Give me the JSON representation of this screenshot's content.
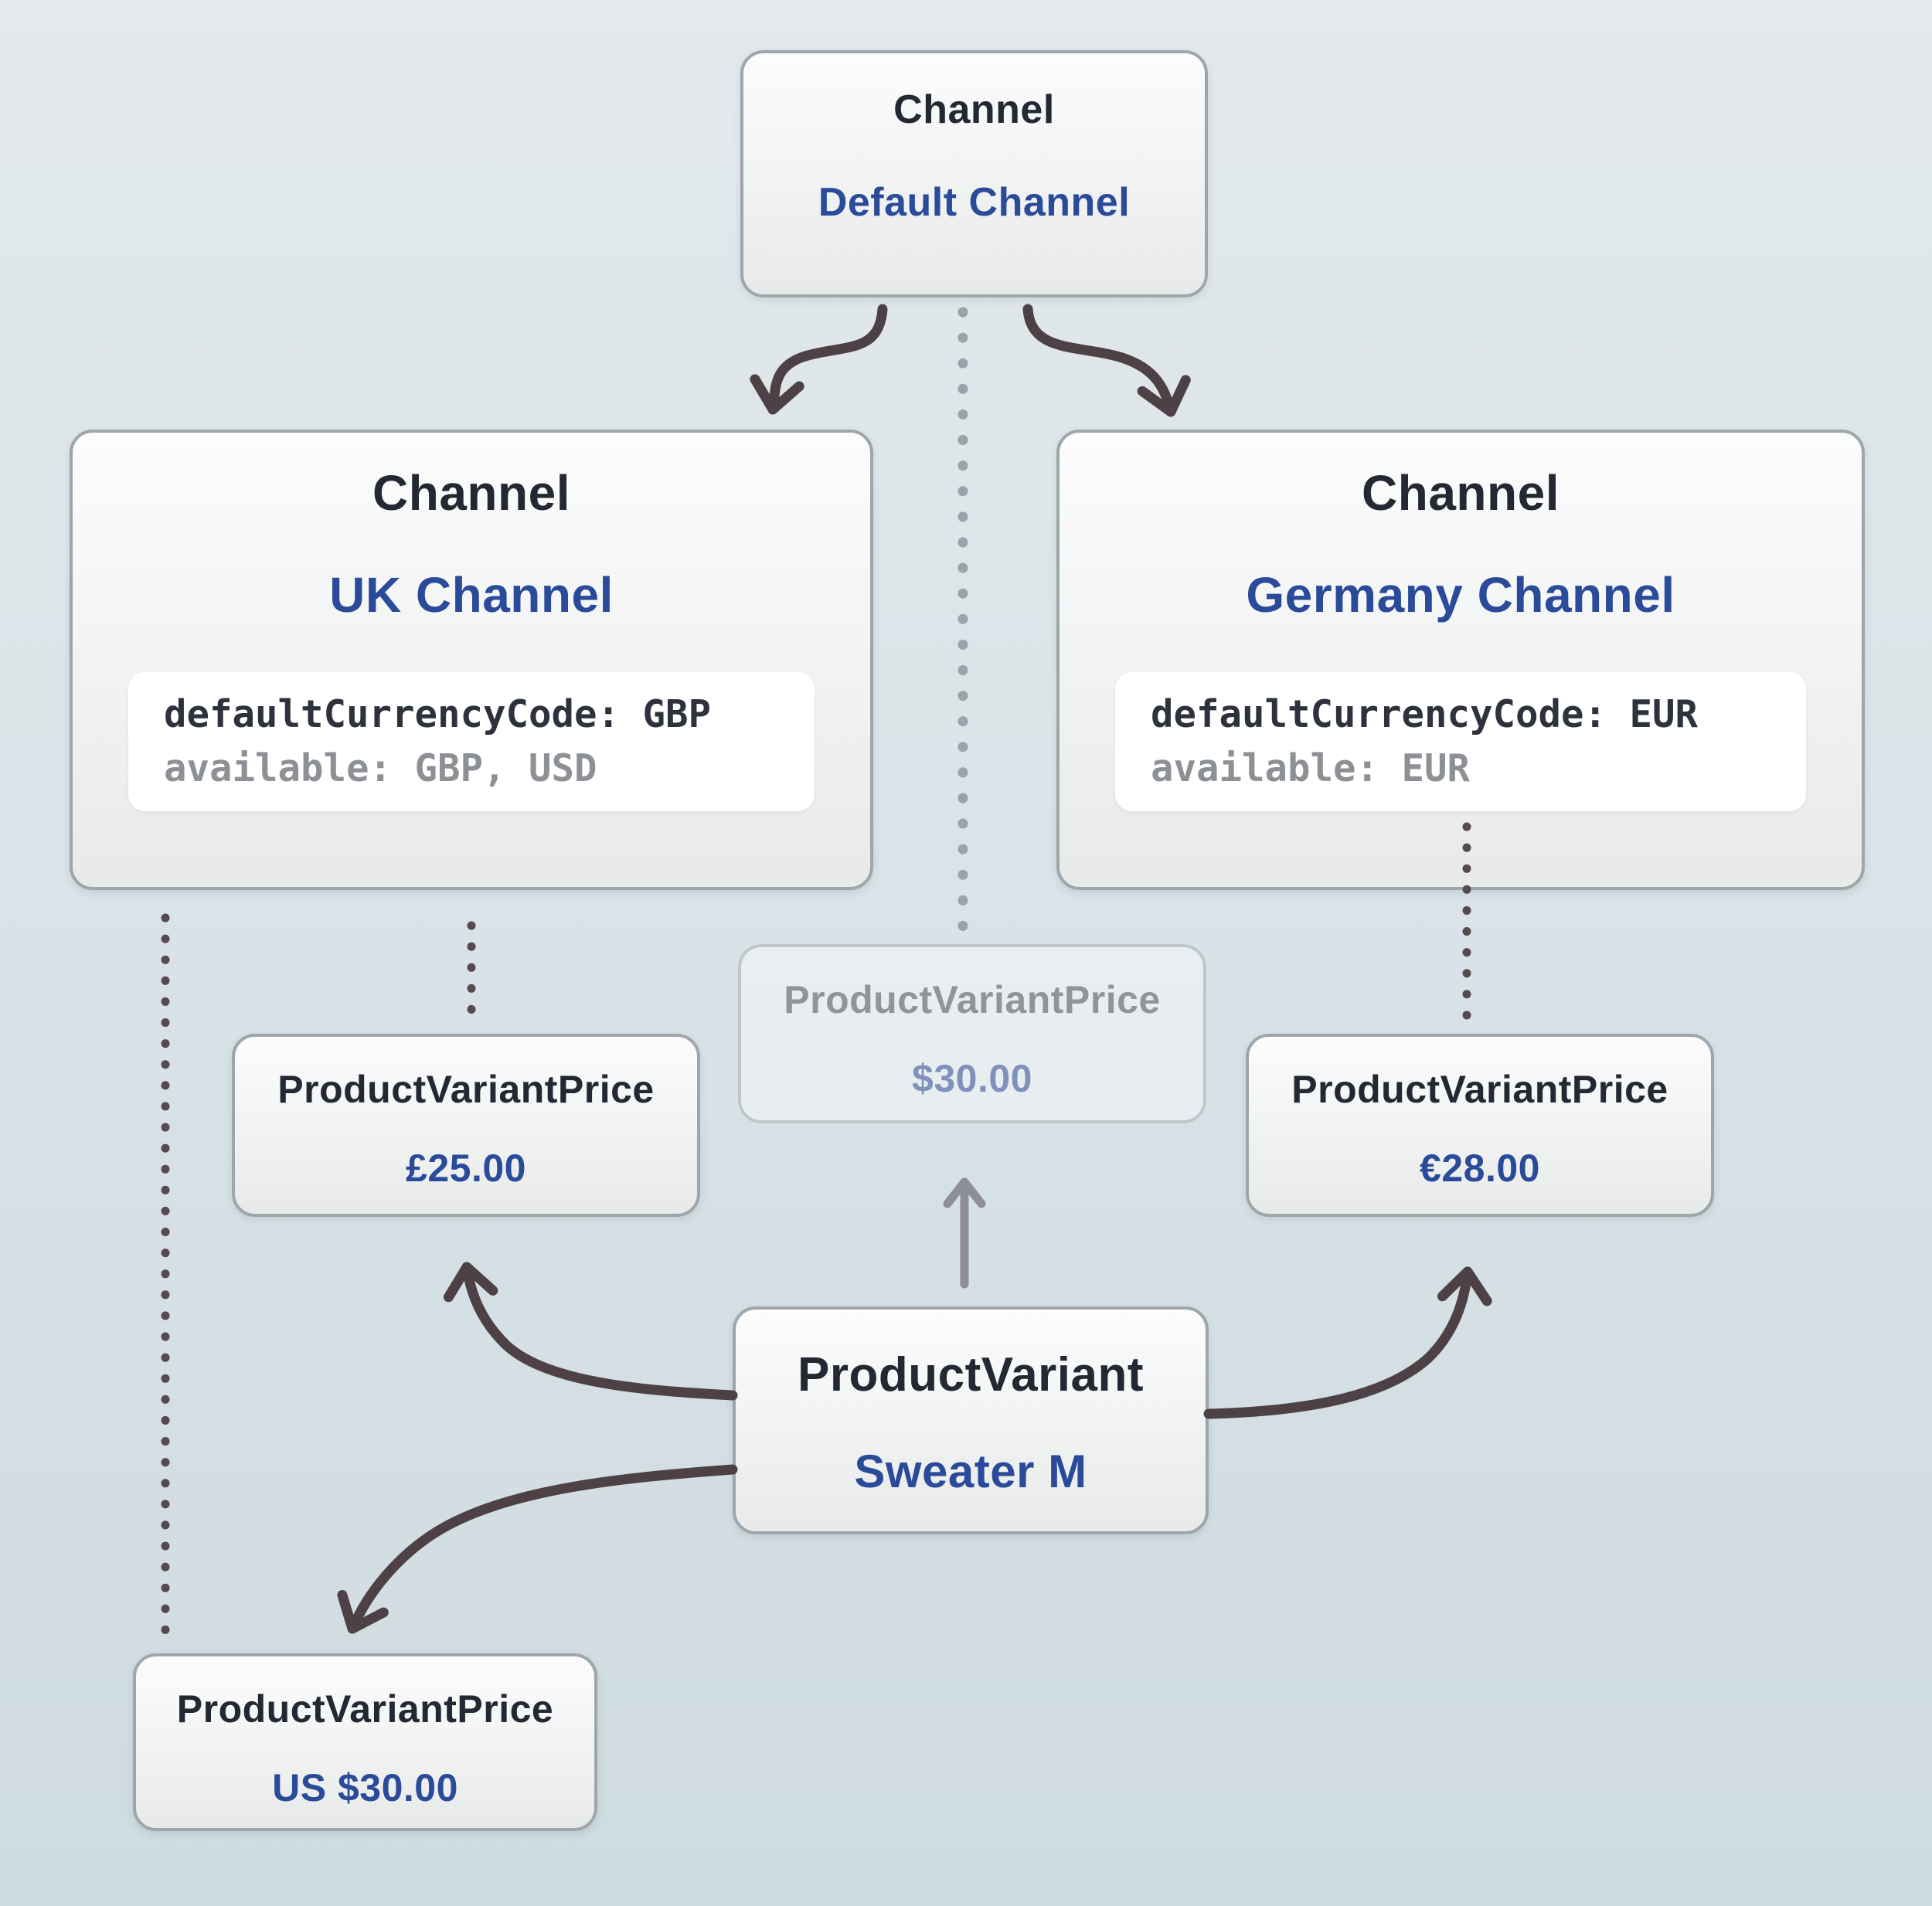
{
  "nodes": {
    "default_channel": {
      "type_label": "Channel",
      "name": "Default Channel"
    },
    "uk_channel": {
      "type_label": "Channel",
      "name": "UK Channel",
      "code": {
        "line1": "defaultCurrencyCode: GBP",
        "line2": "available: GBP, USD"
      }
    },
    "germany_channel": {
      "type_label": "Channel",
      "name": "Germany Channel",
      "code": {
        "line1": "defaultCurrencyCode: EUR",
        "line2": "available: EUR"
      }
    },
    "default_price": {
      "type_label": "ProductVariantPrice",
      "value": "$30.00"
    },
    "uk_price": {
      "type_label": "ProductVariantPrice",
      "value": "£25.00"
    },
    "germany_price": {
      "type_label": "ProductVariantPrice",
      "value": "€28.00"
    },
    "us_price": {
      "type_label": "ProductVariantPrice",
      "value": "US $30.00"
    },
    "product_variant": {
      "type_label": "ProductVariant",
      "name": "Sweater M"
    }
  },
  "colors": {
    "title_dark": "#232833",
    "accent_blue": "#2a4b9a",
    "code_dark": "#2e323c",
    "code_gray": "#8d9196",
    "faded_title": "#8e969c",
    "faded_blue": "#8092bc",
    "arrow_dark": "#4d4145",
    "arrow_gray": "#8e8e96",
    "dot_gray": "#9aa3aa",
    "dot_dark": "#554a4c",
    "node_border": "#9da7ab",
    "bg_top": "#e3e9ed",
    "bg_bottom": "#cedbdf"
  }
}
